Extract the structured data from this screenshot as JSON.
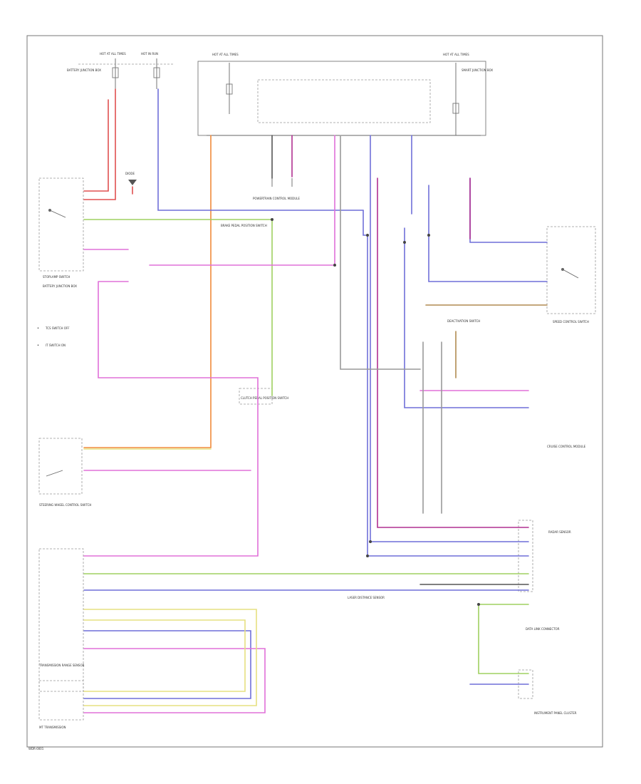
{
  "diagram": {
    "page_code": "WDR-0001",
    "legend": [
      {
        "symbol": "•",
        "text": "TCS SWITCH OFF"
      },
      {
        "symbol": "•",
        "text": "IT SWITCH ON"
      }
    ],
    "components": {
      "hot_at_all_times_1": "HOT AT ALL TIMES",
      "hot_in_run_1": "HOT IN RUN",
      "hot_at_all_times_2": "HOT AT ALL TIMES",
      "hot_at_all_times_3": "HOT AT ALL TIMES",
      "fuse_block": "BATTERY JUNCTION BOX",
      "smart_jb": "SMART JUNCTION BOX",
      "brake_switch": "STOPLAMP SWITCH",
      "stoplamp_left_label": "BATTERY JUNCTION BOX",
      "diode": "DIODE",
      "brake_pedal_sensor": "BRAKE PEDAL POSITION SWITCH",
      "clutch_switch": "CLUTCH PEDAL POSITION SWITCH",
      "pcm": "POWERTRAIN CONTROL MODULE",
      "transmission": "TRANSMISSION RANGE SENSOR",
      "speed_switch": "SPEED CONTROL SWITCH",
      "deactivation_switch": "DEACTIVATION SWITCH",
      "steering_module": "STEERING WHEEL CONTROL SWITCH",
      "cruise_module": "CRUISE CONTROL MODULE",
      "radar": "RADAR SENSOR",
      "laser_module": "LASER DISTANCE SENSOR",
      "instrument_cluster": "INSTRUMENT PANEL CLUSTER",
      "mt_transmission": "MT TRANSMISSION",
      "data_link": "DATA LINK CONNECTOR"
    },
    "wire_colors": {
      "red": "#e05050",
      "orange": "#f08a3a",
      "blue": "#6f6fd8",
      "green": "#9fd060",
      "yellow": "#e6e080",
      "pink": "#e070d8",
      "purple": "#b03090",
      "brown": "#b08a50",
      "black": "#555555",
      "gray": "#999999"
    }
  }
}
